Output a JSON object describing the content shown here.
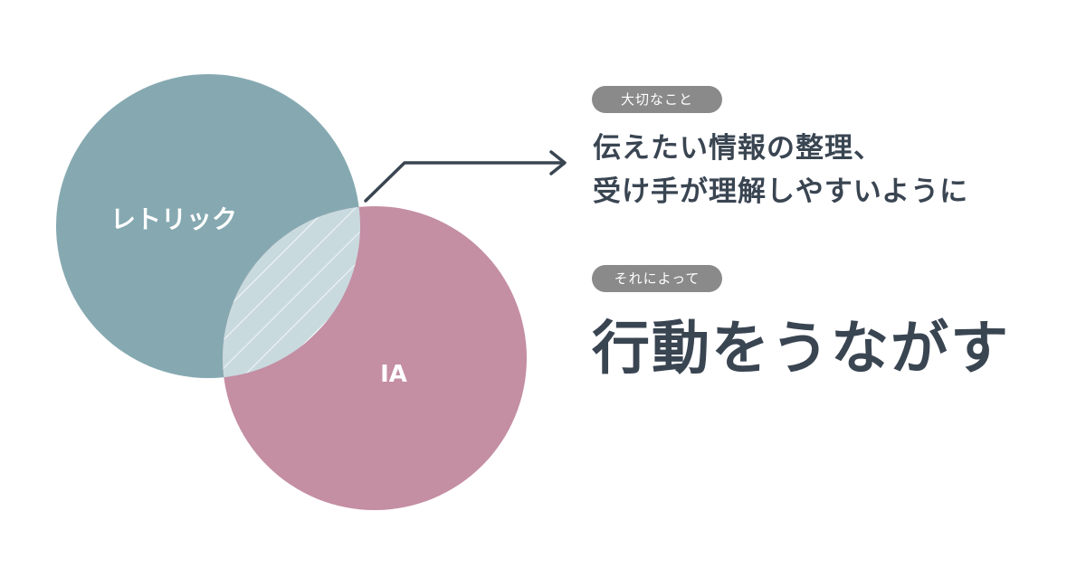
{
  "diagram": {
    "set_a": {
      "label": "レトリック",
      "color": "#86a9b1"
    },
    "set_b": {
      "label": "IA",
      "color": "#c48ea3"
    },
    "overlap_color": "#c9dadf",
    "line_color": "#3a4552"
  },
  "callouts": {
    "important": {
      "tag": "大切なこと",
      "lines": [
        "伝えたい情報の整理、",
        "受け手が理解しやすいように"
      ]
    },
    "result": {
      "tag": "それによって",
      "headline": "行動をうながす"
    }
  }
}
